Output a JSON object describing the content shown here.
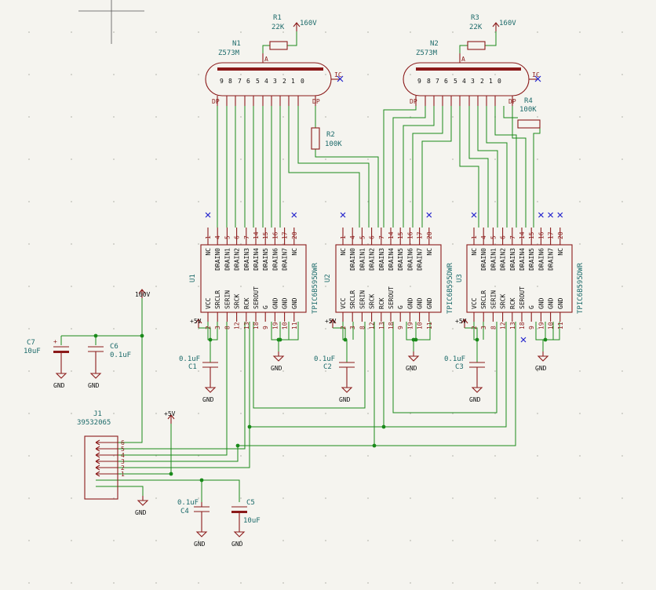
{
  "tubes": [
    {
      "ref": "N1",
      "value": "Z573M",
      "digits": [
        "9",
        "8",
        "7",
        "6",
        "5",
        "4",
        "3",
        "2",
        "1",
        "0"
      ],
      "anode": "A",
      "dp": "DP",
      "left_dp": "DP",
      "ic": "IC"
    },
    {
      "ref": "N2",
      "value": "Z573M",
      "digits": [
        "9",
        "8",
        "7",
        "6",
        "5",
        "4",
        "3",
        "2",
        "1",
        "0"
      ],
      "anode": "A",
      "dp": "DP",
      "left_dp": "DP",
      "ic": "IC"
    }
  ],
  "resistors": [
    {
      "ref": "R1",
      "value": "22K"
    },
    {
      "ref": "R2",
      "value": "100K"
    },
    {
      "ref": "R3",
      "value": "22K"
    },
    {
      "ref": "R4",
      "value": "100K"
    }
  ],
  "capacitors": [
    {
      "ref": "C1",
      "value": "0.1uF"
    },
    {
      "ref": "C2",
      "value": "0.1uF"
    },
    {
      "ref": "C3",
      "value": "0.1uF"
    },
    {
      "ref": "C4",
      "value": "0.1uF"
    },
    {
      "ref": "C5",
      "value": "10uF"
    },
    {
      "ref": "C6",
      "value": "0.1uF"
    },
    {
      "ref": "C7",
      "value": "10uF"
    }
  ],
  "ics": [
    {
      "ref": "U1",
      "value": "TPIC6B595DWR"
    },
    {
      "ref": "U2",
      "value": "TPIC6B595DWR"
    },
    {
      "ref": "U3",
      "value": "TPIC6B595DWR"
    }
  ],
  "ic_top_pins": {
    "numbers": [
      "1",
      "4",
      "5",
      "6",
      "7",
      "14",
      "15",
      "16",
      "17",
      "20"
    ],
    "names": [
      "NC",
      "DRAIN0",
      "DRAIN1",
      "DRAIN2",
      "DRAIN3",
      "DRAIN4",
      "DRAIN5",
      "DRAIN6",
      "DRAIN7",
      "NC"
    ]
  },
  "ic_bottom_pins": {
    "numbers": [
      "2",
      "3",
      "8",
      "12",
      "13",
      "18",
      "9",
      "19",
      "10",
      "11"
    ],
    "names": [
      "VCC",
      "SRCLR",
      "SERIN",
      "SRCK",
      "RCK",
      "SEROUT",
      "G",
      "GND",
      "GND",
      "GND"
    ]
  },
  "connector": {
    "ref": "J1",
    "value": "39532065",
    "pins": [
      "6",
      "5",
      "4",
      "3",
      "2",
      "1"
    ]
  },
  "power": {
    "hv": "160V",
    "v5": "+5V",
    "gnd": "GND"
  }
}
